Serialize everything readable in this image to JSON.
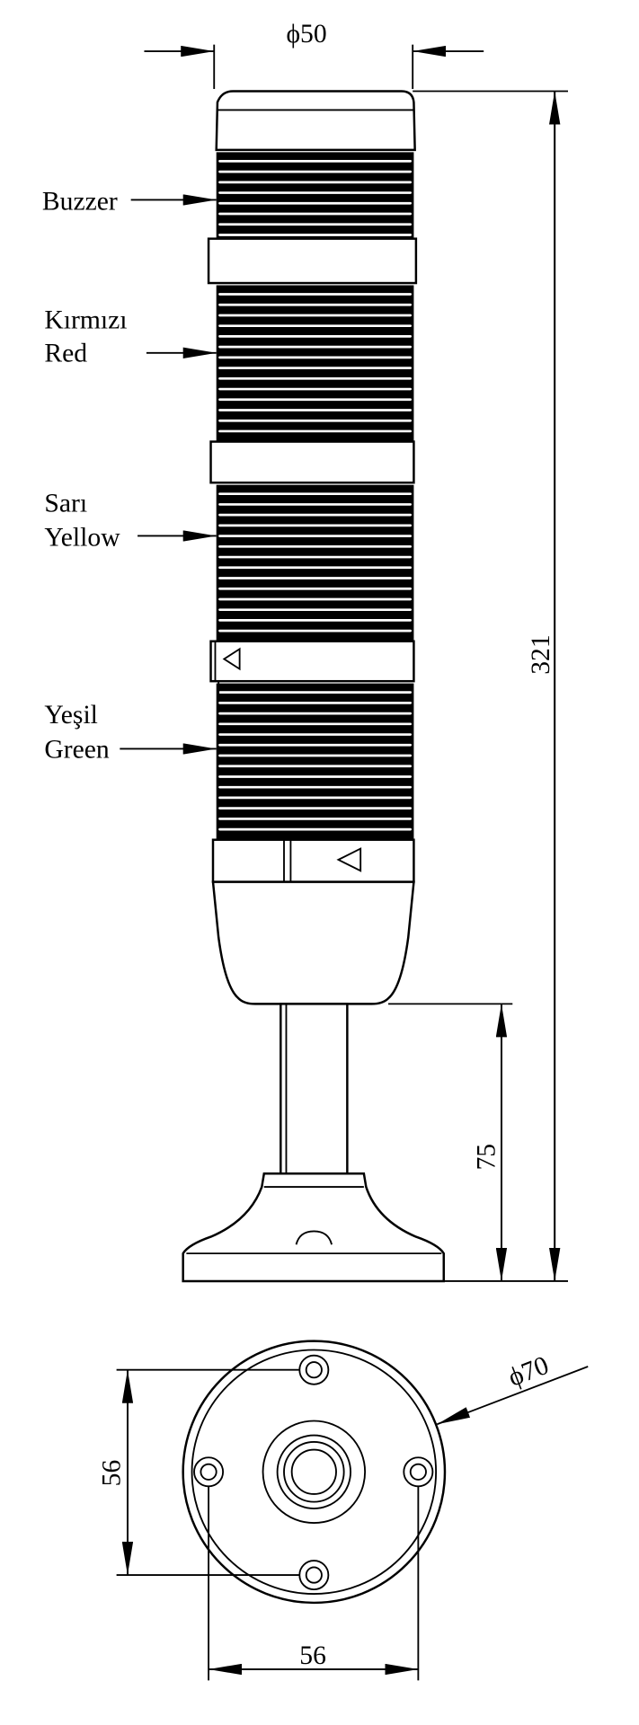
{
  "labels": {
    "buzzer": "Buzzer",
    "red_tr": "Kırmızı",
    "red_en": "Red",
    "yellow_tr": "Sarı",
    "yellow_en": "Yellow",
    "green_tr": "Yeşil",
    "green_en": "Green"
  },
  "dimensions": {
    "top_diameter": "ϕ50",
    "total_height": "321",
    "pole_height": "75",
    "base_diameter": "ϕ70",
    "hole_spacing_vertical": "56",
    "hole_spacing_horizontal": "56"
  },
  "colors": {
    "line": "#000000",
    "background": "#ffffff"
  }
}
